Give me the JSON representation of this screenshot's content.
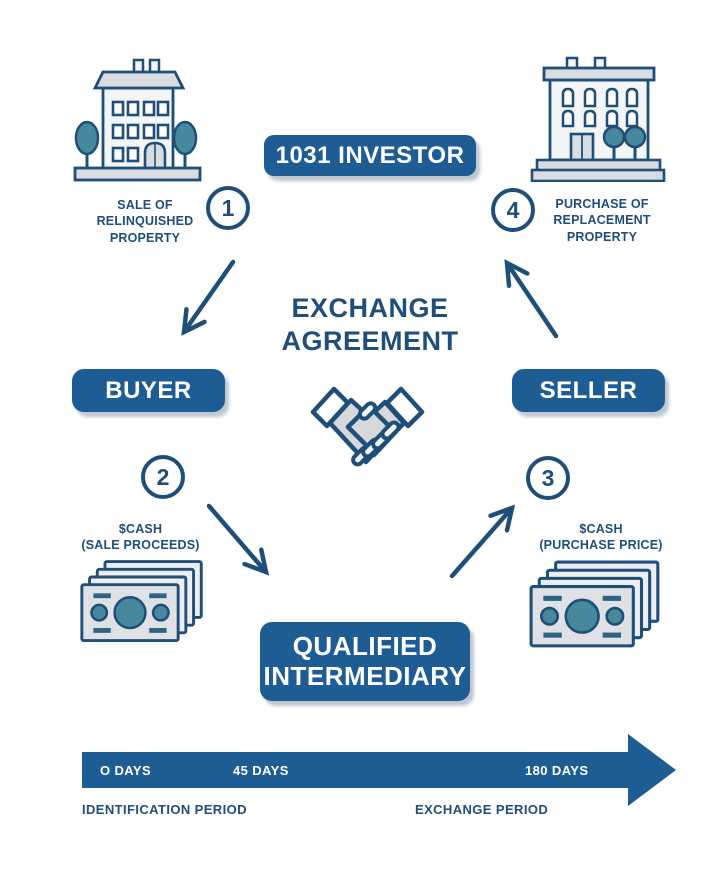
{
  "colors": {
    "navy": "#1f4e79",
    "badge_blue": "#1e5c94",
    "roof_gray": "#d9dce1",
    "wall_light": "#f4f5f7",
    "tree_teal": "#47889c",
    "bill_gray": "#dfe1e5",
    "white": "#ffffff"
  },
  "nodes": {
    "investor": {
      "label": "1031 INVESTOR"
    },
    "buyer": {
      "label": "BUYER"
    },
    "seller": {
      "label": "SELLER"
    },
    "intermediary": {
      "label": "QUALIFIED\nINTERMEDIARY"
    }
  },
  "center": {
    "title": "EXCHANGE\nAGREEMENT",
    "icon": "handshake-icon"
  },
  "steps": [
    {
      "number": "1",
      "caption": "SALE OF\nRELINQUISHED\nPROPERTY",
      "icon": "building-icon"
    },
    {
      "number": "2",
      "caption": "$CASH\n(SALE PROCEEDS)",
      "icon": "cash-icon"
    },
    {
      "number": "3",
      "caption": "$CASH\n(PURCHASE PRICE)",
      "icon": "cash-icon"
    },
    {
      "number": "4",
      "caption": "PURCHASE OF\nREPLACEMENT\nPROPERTY",
      "icon": "building-icon"
    }
  ],
  "timeline": {
    "tick_0": "O DAYS",
    "tick_45": "45 DAYS",
    "tick_180": "180 DAYS",
    "period_identification": "IDENTIFICATION PERIOD",
    "period_exchange": "EXCHANGE PERIOD"
  }
}
